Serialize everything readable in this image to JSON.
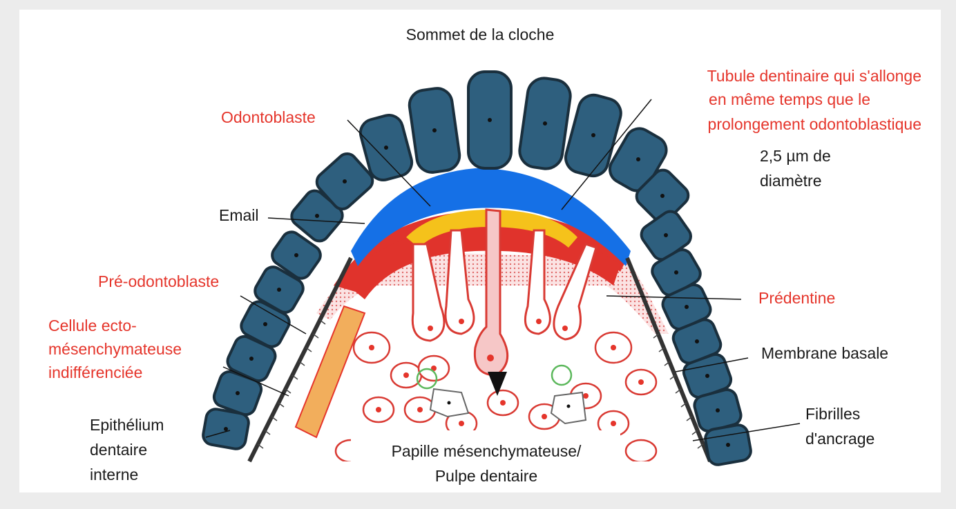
{
  "title": "Sommet de la cloche",
  "labels": {
    "odontoblaste": "Odontoblaste",
    "tubule_l1": "Tubule dentinaire qui s'allonge",
    "tubule_l2": "en même temps que le",
    "tubule_l3": "prolongement odontoblastique",
    "diam_l1": "2,5 µm de",
    "diam_l2": "diamètre",
    "email": "Email",
    "pre_odontoblaste": "Pré-odontoblaste",
    "cellule_l1": "Cellule ecto-",
    "cellule_l2": "mésenchymateuse",
    "cellule_l3": "indifférenciée",
    "epith_l1": "Epithélium",
    "epith_l2": "dentaire",
    "epith_l3": "interne",
    "predentine": "Prédentine",
    "membrane": "Membrane basale",
    "fibrilles_l1": "Fibrilles",
    "fibrilles_l2": "d'ancrage",
    "papille_l1": "Papille mésenchymateuse/",
    "papille_l2": "Pulpe dentaire"
  },
  "colors": {
    "epithelium": "#2e5f7e",
    "email": "#1570e6",
    "dentine": "#e0332c",
    "predentine": "#f3c0c0",
    "orange": "#f0a040",
    "yellow": "#f5c21b",
    "red_text": "#e5352b"
  }
}
